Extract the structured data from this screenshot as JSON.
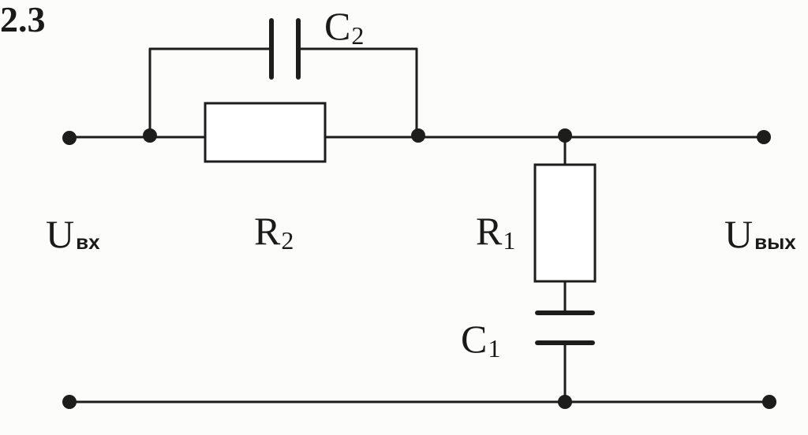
{
  "figure_number": "2.3",
  "labels": {
    "c2": {
      "main": "C",
      "sub": "2"
    },
    "r2": {
      "main": "R",
      "sub": "2"
    },
    "r1": {
      "main": "R",
      "sub": "1"
    },
    "c1": {
      "main": "C",
      "sub": "1"
    },
    "u_in": {
      "main": "U",
      "sub": "вх"
    },
    "u_out": {
      "main": "U",
      "sub": "вых"
    }
  }
}
